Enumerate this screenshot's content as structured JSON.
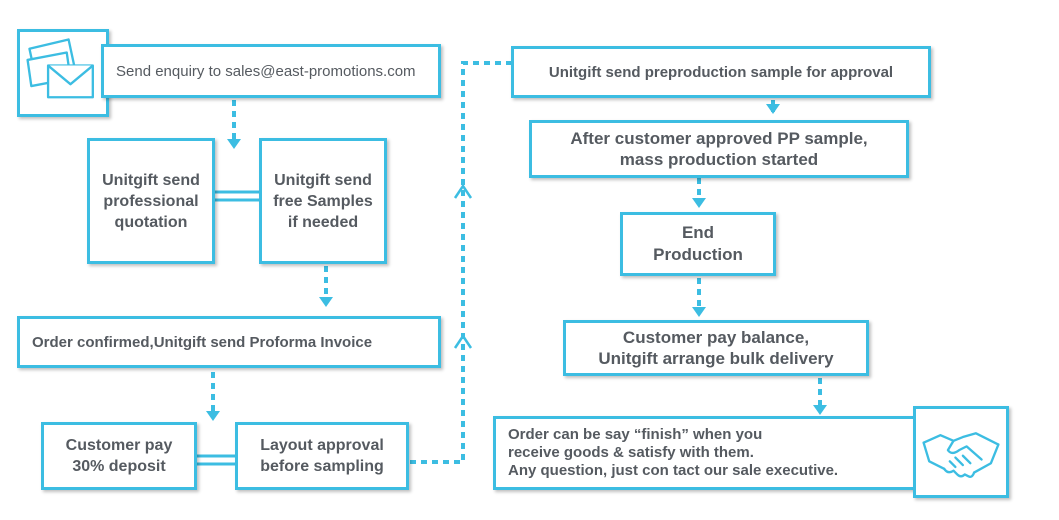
{
  "steps": {
    "enquiry": "Send enquiry to sales@east-promotions.com",
    "quotation": "Unitgift send\nprofessional\nquotation",
    "samples": "Unitgift send\nfree Samples\nif needed",
    "order_confirmed": "Order confirmed,Unitgift send Proforma Invoice",
    "deposit": "Customer pay\n30% deposit",
    "layout_approval": "Layout approval\nbefore sampling",
    "preproduction": "Unitgift send preproduction sample for approval",
    "mass_production": "After customer approved PP sample,\nmass production started",
    "end_production": "End\nProduction",
    "balance": "Customer pay balance,\nUnitgift arrange bulk delivery",
    "finish": "Order can be say “finish” when you\nreceive goods & satisfy with them.\nAny question, just con tact our sale executive."
  },
  "icons": {
    "start": "envelope-icon",
    "end": "handshake-icon"
  },
  "colors": {
    "accent": "#3cbde2",
    "text": "#555a60"
  }
}
